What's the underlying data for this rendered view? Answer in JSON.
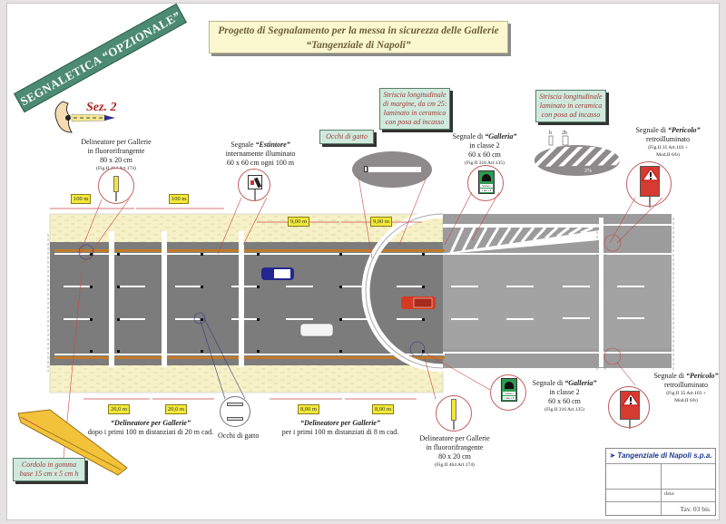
{
  "title": {
    "line1": "Progetto di Segnalamento per la messa in sicurezza delle Gallerie",
    "line2": "“Tangenziale di Napoli”"
  },
  "banner": {
    "text": "SEGNALETICA “OPZIONALE”"
  },
  "section": {
    "label": "Sez. 2",
    "icon": "eye-direction-icon"
  },
  "notes": {
    "occhi_gatto": "Occhi di gatto",
    "striscia_margine": [
      "Striscia longitudinale",
      "di margine, da cm 25:",
      "laminato in ceramica",
      "con posa ad incasso"
    ],
    "striscia_laminato": [
      "Striscia longitudinale",
      "laminato in ceramica",
      "con posa ad incasso"
    ],
    "cordolo": [
      "Cordolo in gomma",
      "base 15 cm x 5 cm h"
    ]
  },
  "captions": {
    "delineatore_top": {
      "line1": "Delineatore per Gallerie",
      "line2": "in fluororifrangente",
      "line3": "80 x 20 cm",
      "ref": "(Fig.II 464 Art.174)"
    },
    "estintore": {
      "prefix": "Segnale ",
      "name": "“Estintore”",
      "line2": "internamente illuminato",
      "line3": "60 x 60 cm ogni 100 m"
    },
    "galleria_top": {
      "prefix": "Segnale di ",
      "name": "“Galleria”",
      "line2": "in classe 2",
      "line3": "60 x 60 cm",
      "ref": "(Fig.II 316 Art.135)"
    },
    "pericolo_top": {
      "prefix": "Segnale di ",
      "name": "“Pericolo”",
      "line2": "retroilluminato",
      "ref1": "(Fig.II 35 Art.103 +",
      "ref2": "Mod.II 6/b)"
    },
    "delineatore_20": {
      "name": "“Delineatore per Gallerie”",
      "line2": "dopo i primi 100 m distanziati di 20 m cad."
    },
    "occhi_gatto_bottom": "Occhi di gatto",
    "delineatore_8": {
      "name": "“Delineatore per Gallerie”",
      "line2": "per i primi 100 m distanziati di 8 m cad."
    },
    "delineatore_bottom": {
      "line1": "Delineatore per Gallerie",
      "line2": "in fluororifrangente",
      "line3": "80 x 20 cm",
      "ref": "(Fig.II 464 Art.174)"
    },
    "galleria_bottom": {
      "prefix": "Segnale di ",
      "name": "“Galleria”",
      "line2": "in classe 2",
      "line3": "60 x 60 cm",
      "ref": "(Fig.II 316 Art.135)"
    },
    "pericolo_bottom": {
      "prefix": "Segnale di ",
      "name": "“Pericolo”",
      "line2": "retroilluminato",
      "ref1": "(Fig.II 35 Art.103 +",
      "ref2": "Mod.II 6/b)"
    }
  },
  "dimensions": {
    "top": [
      "100 m",
      "100 m",
      "9,00 m",
      "9,00 m"
    ],
    "bottom": [
      "20,0 m",
      "20,0 m",
      "8,00 m",
      "8,00 m"
    ]
  },
  "stripe_detail": {
    "b": "b",
    "b2": "2b",
    "slope": "2%"
  },
  "sign_labels": {
    "galleria_plate1": "Vomero",
    "galleria_plate2": "1 km a 8"
  },
  "title_block": {
    "company": "Tangenziale di Napoli s.p.a.",
    "data_label": "data:",
    "sheet": "Tav. 03 bis"
  },
  "colors": {
    "road": "#7c7c7c",
    "shoulder": "#f7f1c8",
    "banner": "#4d8a73",
    "note_bg": "#cfeadd",
    "dim_label": "#f2ea3a",
    "leader_red": "#c84848",
    "company_blue": "#1d3a8f"
  }
}
